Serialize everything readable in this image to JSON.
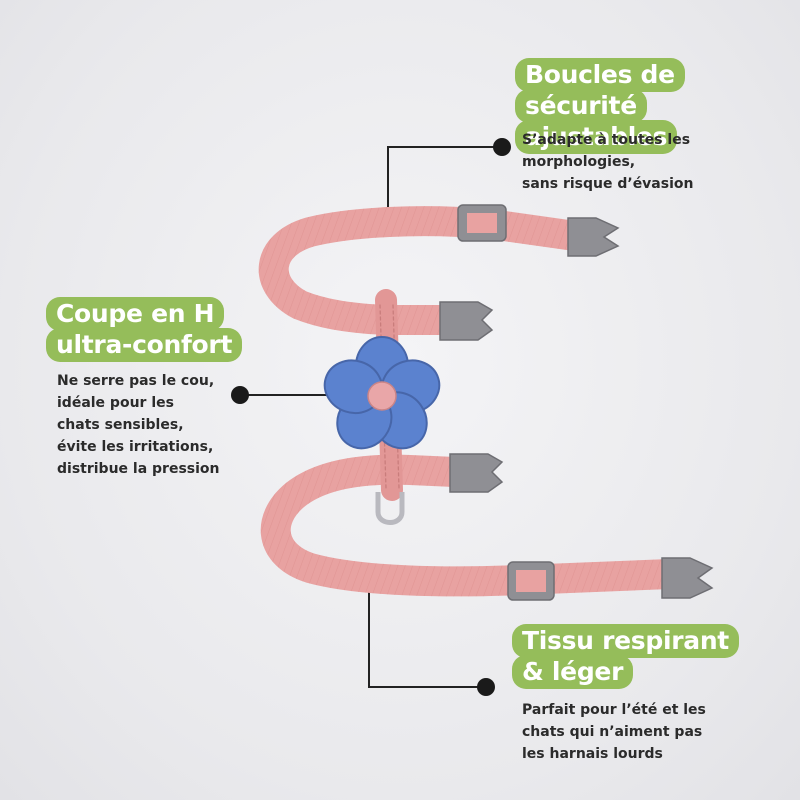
{
  "colors": {
    "accent_green": "#95bd5a",
    "strap_pink": "#e9a1a0",
    "flower_blue": "#5b82cf",
    "buckle_gray": "#8f8f94",
    "text_dark": "#2b2b2b"
  },
  "features": [
    {
      "id": "buckles",
      "title_line1": "Boucles de sécurité",
      "title_line2": "ajustables",
      "description": "S’adapte à toutes les\nmorphologies,\nsans risque d’évasion"
    },
    {
      "id": "h-cut",
      "title_line1": "Coupe en H",
      "title_line2": "ultra-confort",
      "description": "Ne serre pas le cou,\nidéale pour les\nchats sensibles,\névite les irritations,\ndistribue la pression"
    },
    {
      "id": "fabric",
      "title_line1": "Tissu respirant",
      "title_line2": "& léger",
      "description": "Parfait pour l’été et les\nchats qui n’aiment pas\nles harnais lourds"
    }
  ],
  "product": {
    "icon": "cat-harness-with-flower"
  }
}
